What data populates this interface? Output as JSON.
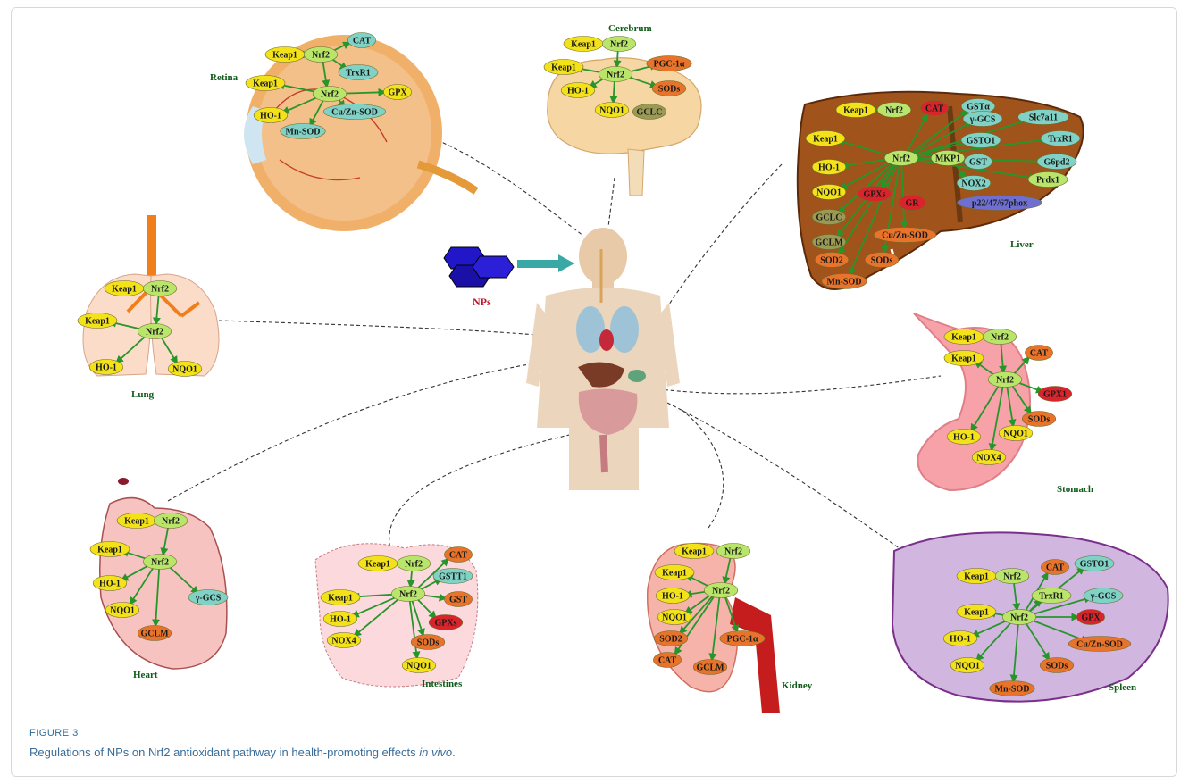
{
  "figure": {
    "label": "FIGURE 3",
    "caption_prefix": "Regulations of NPs on Nrf2 antioxidant pathway in health-promoting effects ",
    "caption_italic": "in vivo",
    "caption_suffix": "."
  },
  "center": {
    "np_label": "NPs"
  },
  "colors": {
    "arrow": "#27962a",
    "organ_label": "#0f5b1a",
    "np_label": "#c0142c",
    "yellow": "#f3e21a",
    "green": "#b9e56a",
    "orange": "#e8732a",
    "red": "#d8242a",
    "teal": "#7fd2c5",
    "brown": "#b98a3c",
    "olive": "#9a9a55",
    "purple": "#6f6fd0"
  },
  "organs": [
    {
      "id": "retina",
      "name": "Retina",
      "nodes": [
        {
          "t": "Keap1",
          "c": "yellow"
        },
        {
          "t": "Nrf2",
          "c": "green"
        },
        {
          "t": "CAT",
          "c": "teal"
        },
        {
          "t": "Keap1",
          "c": "yellow"
        },
        {
          "t": "TrxR1",
          "c": "teal"
        },
        {
          "t": "Nrf2",
          "c": "green"
        },
        {
          "t": "GPX",
          "c": "yellow"
        },
        {
          "t": "HO-1",
          "c": "yellow"
        },
        {
          "t": "Cu/Zn-SOD",
          "c": "teal"
        },
        {
          "t": "Mn-SOD",
          "c": "teal"
        }
      ]
    },
    {
      "id": "cerebrum",
      "name": "Cerebrum",
      "nodes": [
        {
          "t": "Keap1",
          "c": "yellow"
        },
        {
          "t": "Nrf2",
          "c": "green"
        },
        {
          "t": "Keap1",
          "c": "yellow"
        },
        {
          "t": "Nrf2",
          "c": "green"
        },
        {
          "t": "PGC-1α",
          "c": "orange"
        },
        {
          "t": "HO-1",
          "c": "yellow"
        },
        {
          "t": "SODs",
          "c": "orange"
        },
        {
          "t": "NQO1",
          "c": "yellow"
        },
        {
          "t": "GCLC",
          "c": "olive"
        }
      ]
    },
    {
      "id": "liver",
      "name": "Liver",
      "nodes": [
        {
          "t": "Keap1",
          "c": "yellow"
        },
        {
          "t": "Nrf2",
          "c": "green"
        },
        {
          "t": "CAT",
          "c": "red"
        },
        {
          "t": "GSTα",
          "c": "teal"
        },
        {
          "t": "γ-GCS",
          "c": "teal"
        },
        {
          "t": "Slc7a11",
          "c": "teal"
        },
        {
          "t": "Keap1",
          "c": "yellow"
        },
        {
          "t": "GSTO1",
          "c": "teal"
        },
        {
          "t": "TrxR1",
          "c": "teal"
        },
        {
          "t": "Nrf2",
          "c": "green"
        },
        {
          "t": "MKP1",
          "c": "green"
        },
        {
          "t": "HO-1",
          "c": "yellow"
        },
        {
          "t": "GST",
          "c": "teal"
        },
        {
          "t": "G6pd2",
          "c": "teal"
        },
        {
          "t": "NOX2",
          "c": "teal"
        },
        {
          "t": "Prdx1",
          "c": "green"
        },
        {
          "t": "NQO1",
          "c": "yellow"
        },
        {
          "t": "GPXs",
          "c": "red"
        },
        {
          "t": "GR",
          "c": "red"
        },
        {
          "t": "p22/47/67phox",
          "c": "purple"
        },
        {
          "t": "GCLC",
          "c": "olive"
        },
        {
          "t": "GCLM",
          "c": "olive"
        },
        {
          "t": "Cu/Zn-SOD",
          "c": "orange"
        },
        {
          "t": "SOD2",
          "c": "orange"
        },
        {
          "t": "SODs",
          "c": "orange"
        },
        {
          "t": "Mn-SOD",
          "c": "orange"
        }
      ]
    },
    {
      "id": "lung",
      "name": "Lung",
      "nodes": [
        {
          "t": "Keap1",
          "c": "yellow"
        },
        {
          "t": "Nrf2",
          "c": "green"
        },
        {
          "t": "Keap1",
          "c": "yellow"
        },
        {
          "t": "Nrf2",
          "c": "green"
        },
        {
          "t": "HO-1",
          "c": "yellow"
        },
        {
          "t": "NQO1",
          "c": "yellow"
        }
      ]
    },
    {
      "id": "stomach",
      "name": "Stomach",
      "nodes": [
        {
          "t": "Keap1",
          "c": "yellow"
        },
        {
          "t": "Nrf2",
          "c": "green"
        },
        {
          "t": "Keap1",
          "c": "yellow"
        },
        {
          "t": "CAT",
          "c": "orange"
        },
        {
          "t": "Nrf2",
          "c": "green"
        },
        {
          "t": "GPX1",
          "c": "red"
        },
        {
          "t": "SODs",
          "c": "orange"
        },
        {
          "t": "HO-1",
          "c": "yellow"
        },
        {
          "t": "NQO1",
          "c": "yellow"
        },
        {
          "t": "NOX4",
          "c": "yellow"
        }
      ]
    },
    {
      "id": "heart",
      "name": "Heart",
      "nodes": [
        {
          "t": "Keap1",
          "c": "yellow"
        },
        {
          "t": "Nrf2",
          "c": "green"
        },
        {
          "t": "Keap1",
          "c": "yellow"
        },
        {
          "t": "Nrf2",
          "c": "green"
        },
        {
          "t": "HO-1",
          "c": "yellow"
        },
        {
          "t": "NQO1",
          "c": "yellow"
        },
        {
          "t": "γ-GCS",
          "c": "teal"
        },
        {
          "t": "GCLM",
          "c": "orange"
        }
      ]
    },
    {
      "id": "intestines",
      "name": "Intestines",
      "nodes": [
        {
          "t": "Keap1",
          "c": "yellow"
        },
        {
          "t": "Nrf2",
          "c": "green"
        },
        {
          "t": "CAT",
          "c": "orange"
        },
        {
          "t": "GSTT1",
          "c": "teal"
        },
        {
          "t": "Keap1",
          "c": "yellow"
        },
        {
          "t": "GST",
          "c": "orange"
        },
        {
          "t": "Nrf2",
          "c": "green"
        },
        {
          "t": "HO-1",
          "c": "yellow"
        },
        {
          "t": "GPXs",
          "c": "red"
        },
        {
          "t": "NOX4",
          "c": "yellow"
        },
        {
          "t": "SODs",
          "c": "orange"
        },
        {
          "t": "NQO1",
          "c": "yellow"
        }
      ]
    },
    {
      "id": "kidney",
      "name": "Kidney",
      "nodes": [
        {
          "t": "Keap1",
          "c": "yellow"
        },
        {
          "t": "Nrf2",
          "c": "green"
        },
        {
          "t": "Keap1",
          "c": "yellow"
        },
        {
          "t": "Nrf2",
          "c": "green"
        },
        {
          "t": "HO-1",
          "c": "yellow"
        },
        {
          "t": "NQO1",
          "c": "yellow"
        },
        {
          "t": "SOD2",
          "c": "orange"
        },
        {
          "t": "PGC-1α",
          "c": "orange"
        },
        {
          "t": "CAT",
          "c": "orange"
        },
        {
          "t": "GCLM",
          "c": "orange"
        }
      ]
    },
    {
      "id": "spleen",
      "name": "Spleen",
      "nodes": [
        {
          "t": "Keap1",
          "c": "yellow"
        },
        {
          "t": "Nrf2",
          "c": "green"
        },
        {
          "t": "CAT",
          "c": "orange"
        },
        {
          "t": "GSTO1",
          "c": "teal"
        },
        {
          "t": "TrxR1",
          "c": "green"
        },
        {
          "t": "γ-GCS",
          "c": "teal"
        },
        {
          "t": "Keap1",
          "c": "yellow"
        },
        {
          "t": "Nrf2",
          "c": "green"
        },
        {
          "t": "GPX",
          "c": "red"
        },
        {
          "t": "HO-1",
          "c": "yellow"
        },
        {
          "t": "Cu/Zn-SOD",
          "c": "orange"
        },
        {
          "t": "NQO1",
          "c": "yellow"
        },
        {
          "t": "SODs",
          "c": "orange"
        },
        {
          "t": "Mn-SOD",
          "c": "orange"
        }
      ]
    }
  ]
}
